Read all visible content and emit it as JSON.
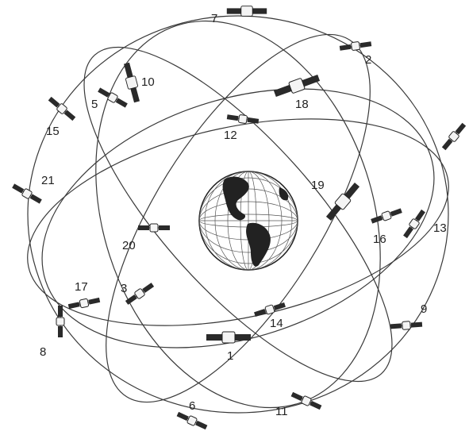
{
  "satellites": [
    {
      "id": "sat-1",
      "label": "1"
    },
    {
      "id": "sat-2",
      "label": "2"
    },
    {
      "id": "sat-3",
      "label": "3"
    },
    {
      "id": "sat-4",
      "label": ""
    },
    {
      "id": "sat-5",
      "label": "5"
    },
    {
      "id": "sat-6",
      "label": "6"
    },
    {
      "id": "sat-7",
      "label": "7"
    },
    {
      "id": "sat-8",
      "label": "8"
    },
    {
      "id": "sat-9",
      "label": "9"
    },
    {
      "id": "sat-10",
      "label": "10"
    },
    {
      "id": "sat-11",
      "label": "11"
    },
    {
      "id": "sat-12",
      "label": "12"
    },
    {
      "id": "sat-13",
      "label": "13"
    },
    {
      "id": "sat-14",
      "label": "14"
    },
    {
      "id": "sat-15",
      "label": "15"
    },
    {
      "id": "sat-16",
      "label": "16"
    },
    {
      "id": "sat-17",
      "label": "17"
    },
    {
      "id": "sat-18",
      "label": "18"
    },
    {
      "id": "sat-19",
      "label": "19"
    },
    {
      "id": "sat-20",
      "label": "20"
    },
    {
      "id": "sat-21",
      "label": "21"
    }
  ],
  "earth": {
    "icon": "globe-icon"
  }
}
